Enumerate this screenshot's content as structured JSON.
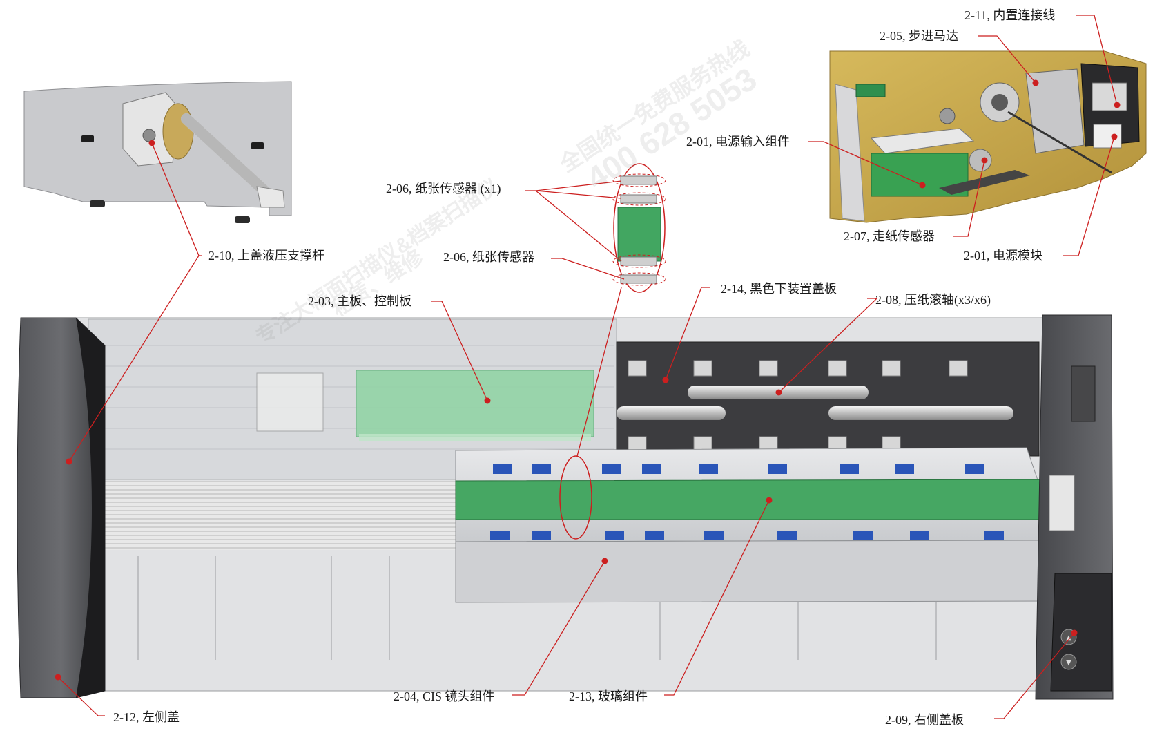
{
  "callouts": [
    {
      "id": "2-11",
      "text": "2-11, 内置连接线"
    },
    {
      "id": "2-05",
      "text": "2-05, 步进马达"
    },
    {
      "id": "2-01a",
      "text": "2-01, 电源输入组件"
    },
    {
      "id": "2-07",
      "text": "2-07, 走纸传感器"
    },
    {
      "id": "2-01b",
      "text": "2-01, 电源模块"
    },
    {
      "id": "2-06a",
      "text": "2-06, 纸张传感器 (x1)"
    },
    {
      "id": "2-06b",
      "text": "2-06, 纸张传感器"
    },
    {
      "id": "2-10",
      "text": "2-10, 上盖液压支撑杆"
    },
    {
      "id": "2-03",
      "text": "2-03, 主板、控制板"
    },
    {
      "id": "2-14",
      "text": "2-14, 黑色下装置盖板"
    },
    {
      "id": "2-08",
      "text": "2-08, 压纸滚轴(x3/x6)"
    },
    {
      "id": "2-04",
      "text": "2-04, CIS 镜头组件"
    },
    {
      "id": "2-13",
      "text": "2-13, 玻璃组件"
    },
    {
      "id": "2-12",
      "text": "2-12, 左侧盖"
    },
    {
      "id": "2-09",
      "text": "2-09, 右侧盖板"
    }
  ],
  "watermarks": [
    "全国统一免费服务热线",
    "400 628 5053",
    "专注大幅面扫描仪&档案扫描仪",
    "租赁、维修"
  ],
  "colors": {
    "callout_line": "#cc1f1f",
    "pcb_green": "#3aa35c",
    "chassis_dark": "#3f3f42",
    "housing_gold": "#c9a94a"
  }
}
